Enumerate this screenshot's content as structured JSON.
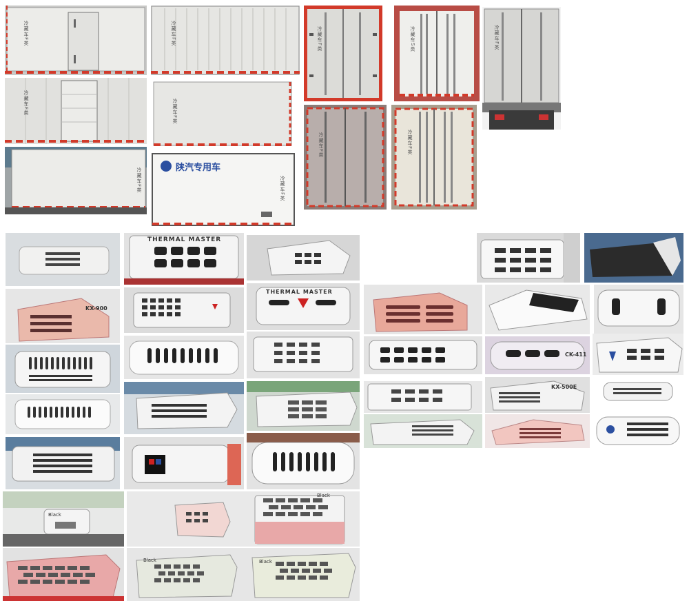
{
  "box_label": "冷藏车F类",
  "box_label_alt": "冷藏车S类",
  "maker_logo": "陕汽专用车",
  "unit_brand_thermal": "THERMAL MASTER",
  "model_kx900": "KX-900",
  "model_kx500e": "KX-500E",
  "model_ck": "CK-411",
  "brand_black": "Black",
  "colors": {
    "red_tape": "#d23a2a",
    "panel": "#e9e9e6",
    "frame": "#9a9a9a",
    "pink_unit": "#e8a89a"
  }
}
